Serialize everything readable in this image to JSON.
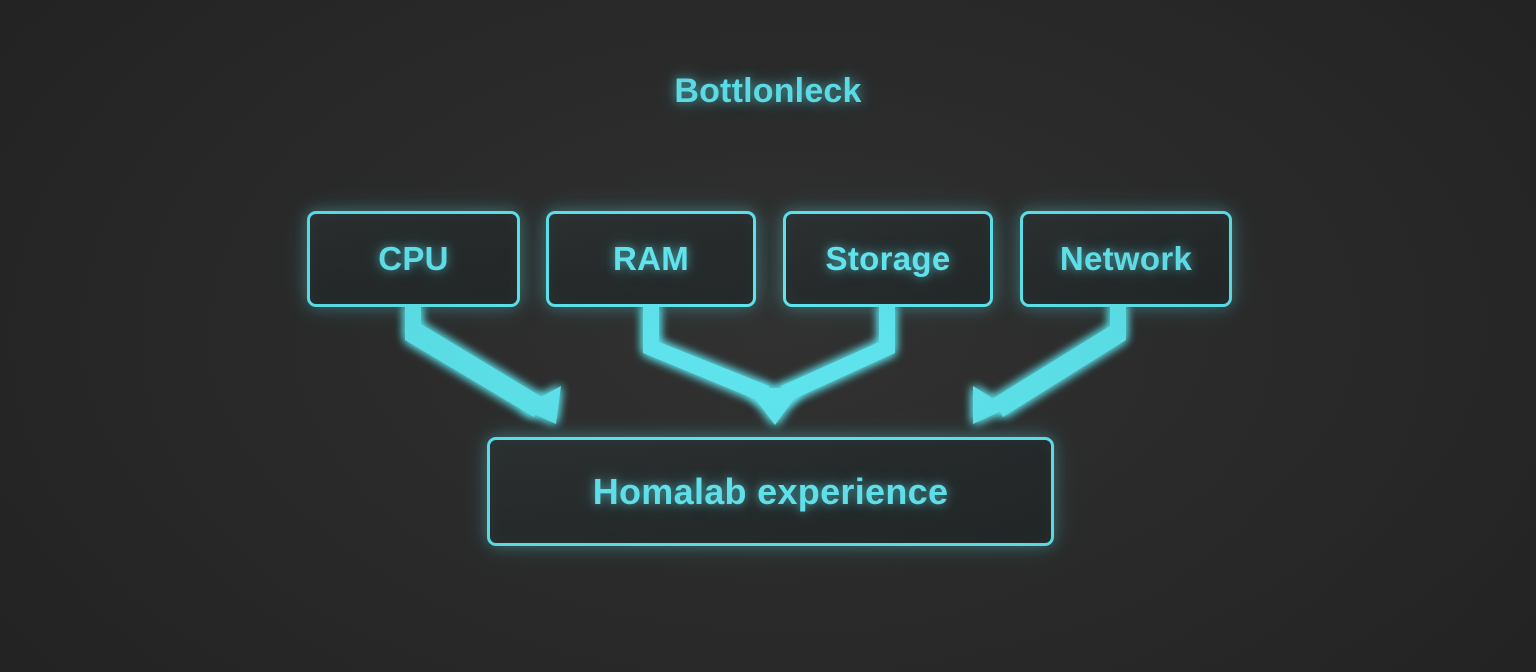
{
  "diagram": {
    "title": "Bottlonleck",
    "type": "flow-diagram",
    "theme": {
      "background": "#2b2b2b",
      "accent": "#5de5ee",
      "node_fill": "#262a2b",
      "text": "#62e6f0"
    },
    "sources": [
      {
        "id": "cpu",
        "label": "CPU"
      },
      {
        "id": "ram",
        "label": "RAM"
      },
      {
        "id": "storage",
        "label": "Storage"
      },
      {
        "id": "network",
        "label": "Network"
      }
    ],
    "target": {
      "id": "target",
      "label": "Homalab experience"
    },
    "edges": [
      {
        "from": "cpu",
        "to": "target",
        "style": "elbow-diagonal-right",
        "arrowhead": "filled-triangle"
      },
      {
        "from": "ram",
        "to": "target",
        "style": "elbow-converge",
        "arrowhead": "filled-triangle"
      },
      {
        "from": "storage",
        "to": "target",
        "style": "elbow-converge",
        "arrowhead": "filled-triangle"
      },
      {
        "from": "network",
        "to": "target",
        "style": "elbow-diagonal-left",
        "arrowhead": "filled-triangle"
      }
    ]
  }
}
